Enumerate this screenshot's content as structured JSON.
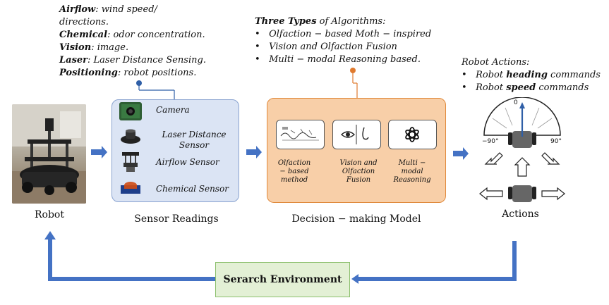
{
  "sensor_notes": [
    {
      "key": "Airflow",
      "text": ": wind speed/"
    },
    {
      "key": "",
      "text": "directions."
    },
    {
      "key": "Chemical",
      "text": ": odor concentration."
    },
    {
      "key": "Vision",
      "text": ": image."
    },
    {
      "key": "Laser",
      "text": ": Laser Distance Sensing."
    },
    {
      "key": "Positioning",
      "text": ": robot positions."
    }
  ],
  "algorithms_note": {
    "title_bold": "Three Types",
    "title_rest": " of Algorithms:",
    "items": [
      "Olfaction − based Moth − inspired",
      "Vision and Olfaction Fusion",
      "Multi − modal Reasoning based."
    ]
  },
  "actions_note": {
    "title": "Robot Actions:",
    "items": [
      {
        "pre": "Robot ",
        "bold": "heading",
        "post": " commands"
      },
      {
        "pre": "Robot ",
        "bold": "speed",
        "post": " commands"
      }
    ]
  },
  "sensors": [
    {
      "label": "Camera",
      "icon": "camera-icon"
    },
    {
      "label": "Laser Distance Sensor",
      "icon": "lidar-icon"
    },
    {
      "label": "Airflow Sensor",
      "icon": "anemometer-icon"
    },
    {
      "label": "Chemical Sensor",
      "icon": "chemical-sensor-icon"
    }
  ],
  "algorithms": [
    {
      "label": "Olfaction − based method",
      "icon": "moth-trajectory-icon"
    },
    {
      "label": "Vision and Olfaction Fusion",
      "icon": "eye-nose-icon"
    },
    {
      "label": "Multi − modal Reasoning",
      "icon": "openai-logo-icon"
    }
  ],
  "captions": {
    "robot": "Robot",
    "sensor_readings": "Sensor Readings",
    "decision": "Decision − making Model",
    "actions": "Actions"
  },
  "gauge": {
    "zero": "0",
    "left": "−90°",
    "right": "90°"
  },
  "environment": "Serarch Environment",
  "colors": {
    "sensor_panel": "#dbe4f4",
    "decision_panel": "#f8cfa8",
    "arrow_blue": "#4472c4",
    "env_green": "#e3f0d5",
    "dot_blue": "#2f5fa7",
    "dot_orange": "#e07a2e"
  }
}
